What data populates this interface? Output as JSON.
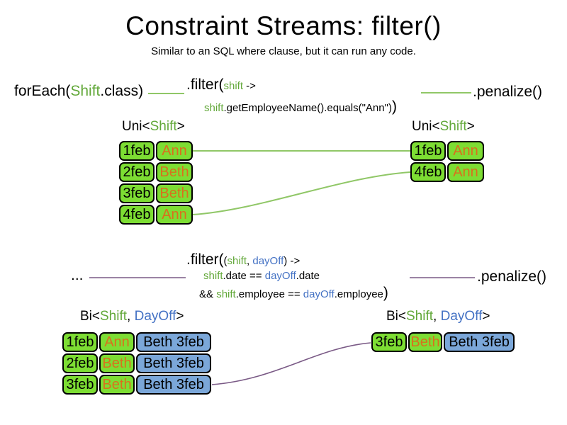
{
  "colors": {
    "cell-green": "#7ddd33",
    "cell-blue": "#7ba7d9",
    "text-green": "#62a839",
    "text-blue": "#4472c4",
    "text-orange": "#d9701d",
    "line-green": "#90c767",
    "line-purple": "#7a5a86"
  },
  "header": {
    "title": "Constraint Streams: filter()",
    "subtitle": "Similar to an SQL where clause, but it can run any code."
  },
  "top_flow": {
    "source_pre": "forEach(",
    "source_class": "Shift",
    "source_post": ".class)",
    "filter_head": ".filter(",
    "filter_param": "shift",
    "filter_arrow": " ->",
    "body_var": "shift",
    "body_rest": ".getEmployeeName().equals(\"Ann\")",
    "body_close": ")",
    "sink": ".penalize()"
  },
  "top_left_table": {
    "label_pre": "Uni<",
    "label_class": "Shift",
    "label_post": ">",
    "rows": [
      {
        "date": "1feb",
        "name": "Ann"
      },
      {
        "date": "2feb",
        "name": "Beth"
      },
      {
        "date": "3feb",
        "name": "Beth"
      },
      {
        "date": "4feb",
        "name": "Ann"
      }
    ]
  },
  "top_right_table": {
    "label_pre": "Uni<",
    "label_class": "Shift",
    "label_post": ">",
    "rows": [
      {
        "date": "1feb",
        "name": "Ann"
      },
      {
        "date": "4feb",
        "name": "Ann"
      }
    ]
  },
  "bottom_flow": {
    "source": "...",
    "filter_head": ".filter(",
    "args_open": "(",
    "param1": "shift",
    "comma": ", ",
    "param2": "dayOff",
    "args_close_arrow": ") ->",
    "cond1_var1": "shift",
    "cond1_mid": ".date == ",
    "cond1_var2": "dayOff",
    "cond1_post": ".date",
    "cond2_pre": "&& ",
    "cond2_var1": "shift",
    "cond2_mid": ".employee == ",
    "cond2_var2": "dayOff",
    "cond2_post": ".employee",
    "cond2_close": ")",
    "sink": ".penalize()"
  },
  "bottom_left_table": {
    "label_pre": "Bi<",
    "label_class": "Shift",
    "label_comma": ", ",
    "label_dayoff": "DayOff",
    "label_post": ">",
    "rows": [
      {
        "date": "1feb",
        "name": "Ann",
        "pair": "Beth 3feb"
      },
      {
        "date": "2feb",
        "name": "Beth",
        "pair": "Beth 3feb"
      },
      {
        "date": "3feb",
        "name": "Beth",
        "pair": "Beth 3feb"
      }
    ]
  },
  "bottom_right_table": {
    "label_pre": "Bi<",
    "label_class": "Shift",
    "label_comma": ", ",
    "label_dayoff": "DayOff",
    "label_post": ">",
    "rows": [
      {
        "date": "3feb",
        "name": "Beth",
        "pair": "Beth 3feb"
      }
    ]
  }
}
